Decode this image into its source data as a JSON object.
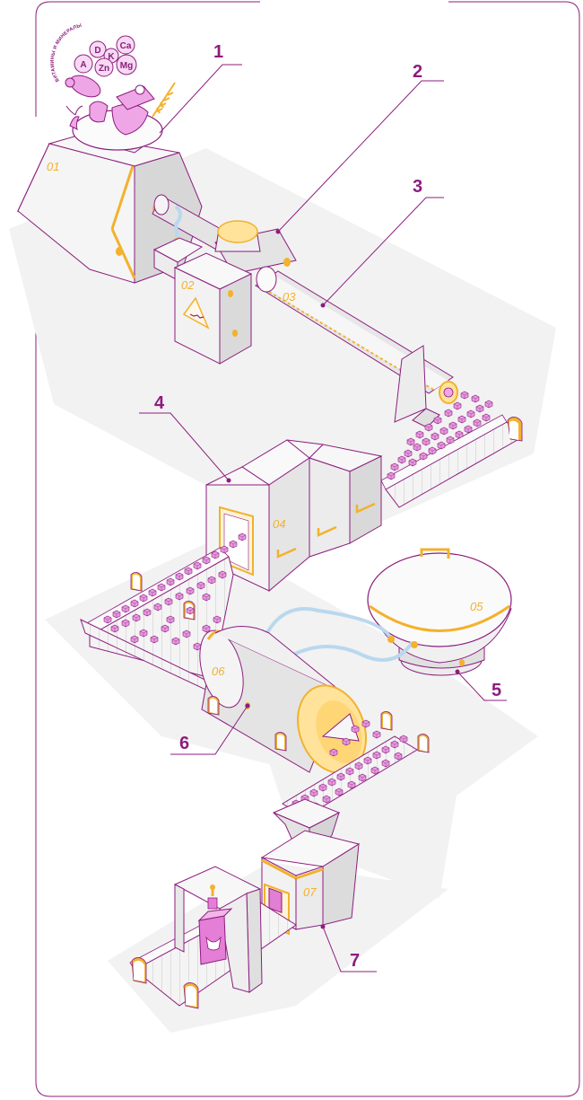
{
  "vitamins_title": "ВИТАМИНЫ И МИНЕРАЛЫ",
  "vitamins": [
    "D",
    "K",
    "Ca",
    "A",
    "Zn",
    "Mg"
  ],
  "callouts": [
    "1",
    "2",
    "3",
    "4",
    "5",
    "6",
    "7"
  ],
  "machines": [
    "01",
    "02",
    "03",
    "04",
    "05",
    "06",
    "07"
  ],
  "colors": {
    "accent": "#8c1d7e",
    "yellow": "#f3b12d",
    "kibble": "#e38ad9",
    "machine_top": "#f7f7f7",
    "machine_side": "#dcdcdc",
    "floor": "#f2f2f2"
  }
}
